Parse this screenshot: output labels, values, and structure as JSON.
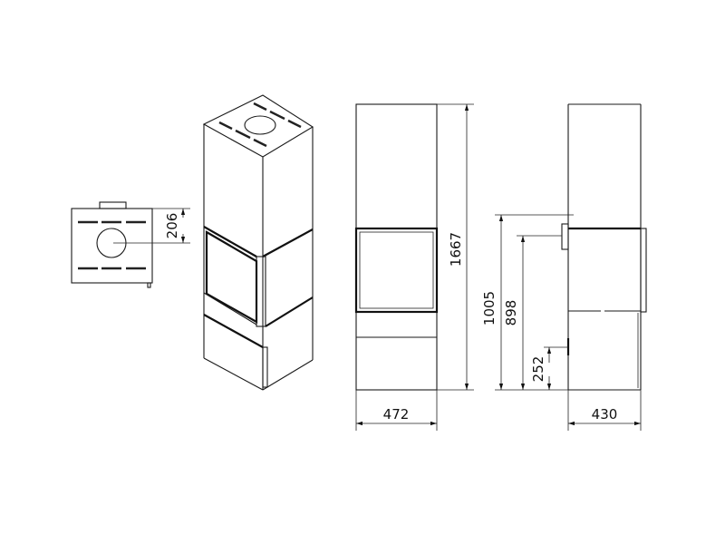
{
  "drawing": {
    "top_view": {
      "dimension_flue_offset": "206"
    },
    "front_view": {
      "dimension_height": "1667",
      "dimension_width": "472"
    },
    "side_view": {
      "dimension_flue_height": "1005",
      "dimension_firebox_top": "898",
      "dimension_air_inlet": "252",
      "dimension_depth": "430"
    }
  }
}
